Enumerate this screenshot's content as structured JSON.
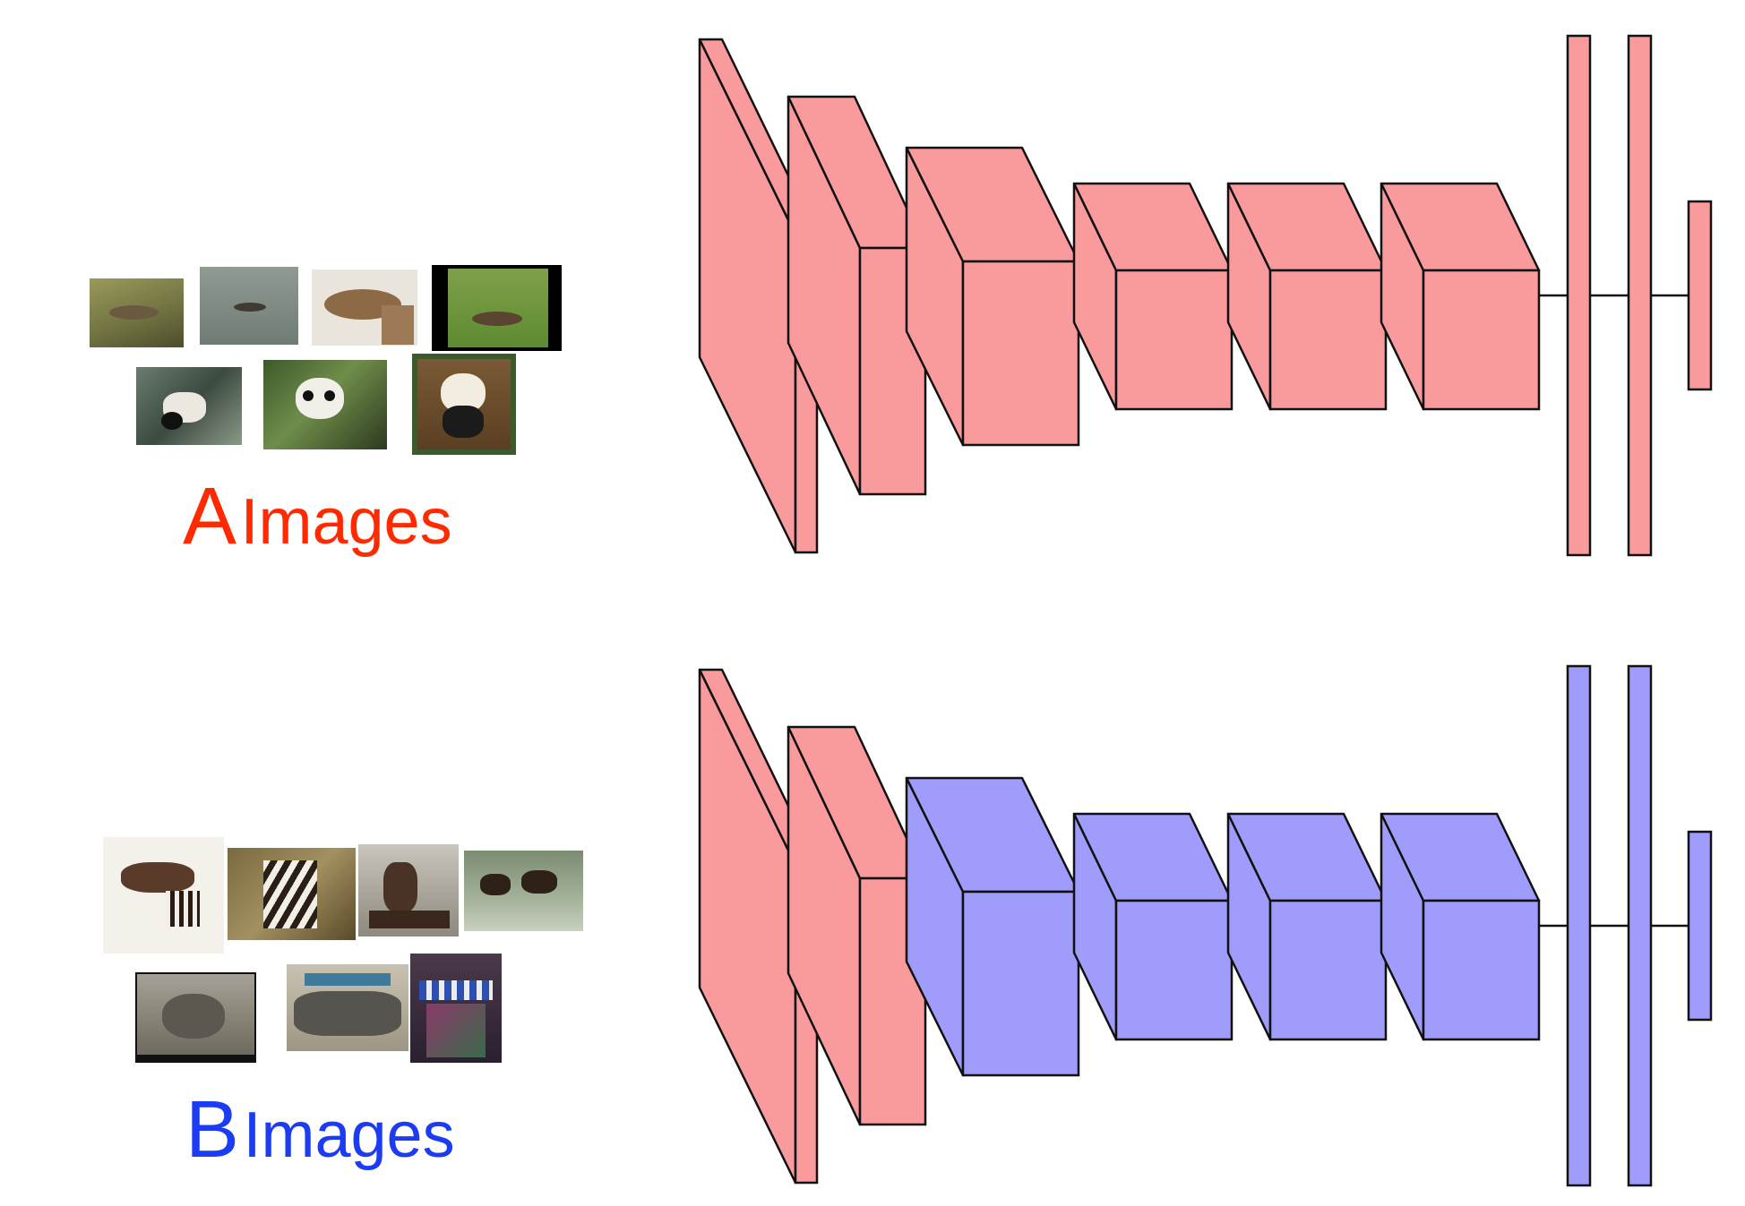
{
  "colors": {
    "pink": "#f99a9c",
    "blue": "#9f9cfc",
    "stroke": "#111111",
    "label_a": "#ff2a00",
    "label_b": "#1b3cf2"
  },
  "section_a": {
    "label_letter": "A",
    "label_word": "Images",
    "thumbnails": [
      "platypus",
      "platypus",
      "platypus",
      "platypus",
      "panda",
      "panda",
      "panda"
    ]
  },
  "section_b": {
    "label_letter": "B",
    "label_word": "Images",
    "thumbnails": [
      "okapi",
      "okapi",
      "okapi",
      "okapi",
      "elephant",
      "elephant",
      "elephant"
    ]
  },
  "network_a": {
    "layer_colors": [
      "pink",
      "pink",
      "pink",
      "pink",
      "pink",
      "pink",
      "pink",
      "pink",
      "pink"
    ]
  },
  "network_b": {
    "layer_colors": [
      "pink",
      "pink",
      "blue",
      "blue",
      "blue",
      "blue",
      "blue",
      "blue",
      "blue"
    ]
  }
}
